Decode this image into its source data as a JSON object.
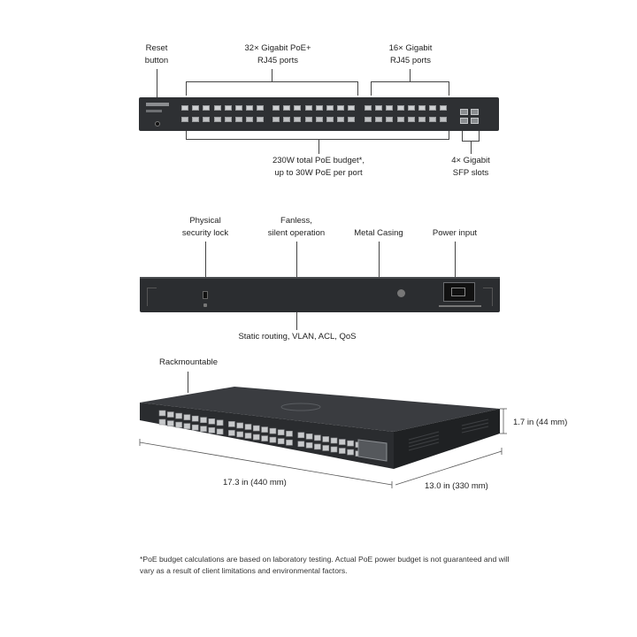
{
  "front": {
    "reset_label": "Reset\nbutton",
    "poe_ports_label": "32× Gigabit PoE+\nRJ45 ports",
    "rj45_ports_label": "16× Gigabit\nRJ45 ports",
    "budget_label": "230W total PoE budget*,\nup to 30W PoE per port",
    "sfp_label": "4× Gigabit\nSFP slots"
  },
  "rear": {
    "security_lock_label": "Physical\nsecurity lock",
    "fanless_label": "Fanless,\nsilent operation",
    "metal_label": "Metal Casing",
    "power_label": "Power input",
    "features_label": "Static routing, VLAN, ACL, QoS"
  },
  "perspective": {
    "rack_label": "Rackmountable",
    "height_label": "1.7 in (44 mm)",
    "width_label": "17.3 in (440 mm)",
    "depth_label": "13.0 in (330 mm)"
  },
  "footnote": "*PoE budget calculations are based on laboratory testing. Actual PoE power budget is not guaranteed and will vary as a result of client limitations and environmental factors."
}
